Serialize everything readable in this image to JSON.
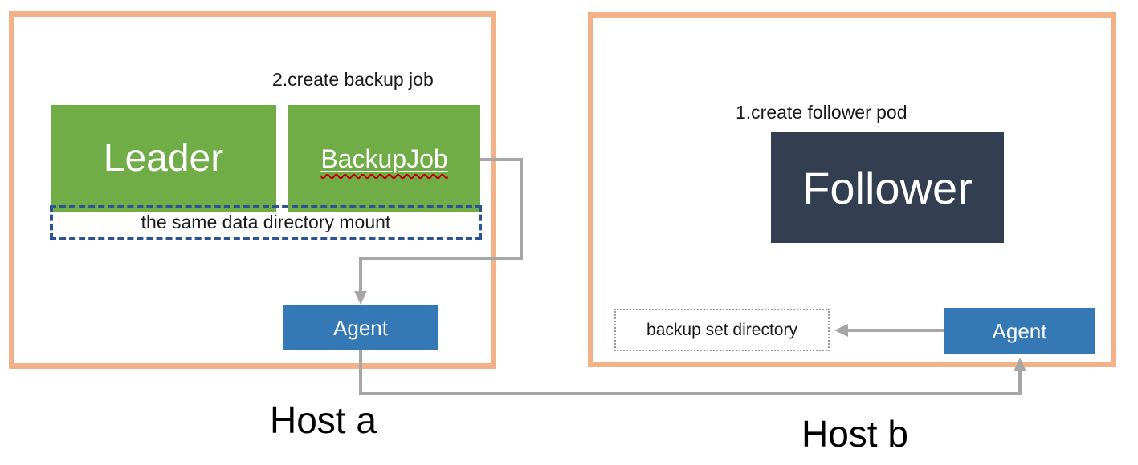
{
  "hosts": {
    "a": {
      "label": "Host a",
      "leader_label": "Leader",
      "backup_job_label": "BackupJob",
      "create_backup_job_note": "2.create backup job",
      "mount_note": "the same data directory mount",
      "agent_label": "Agent"
    },
    "b": {
      "label": "Host b",
      "follower_label": "Follower",
      "create_follower_pod_note": "1.create follower pod",
      "backup_set_directory_label": "backup set directory",
      "agent_label": "Agent"
    }
  },
  "colors": {
    "host_border_orange": "#F2B187",
    "pod_green": "#70AD47",
    "follower_dark": "#333F50",
    "agent_blue": "#3478B5",
    "connector_gray": "#A6A6A6",
    "mount_dashed_blue": "#2E5395",
    "spellcheck_wavy_red": "#C00000"
  }
}
